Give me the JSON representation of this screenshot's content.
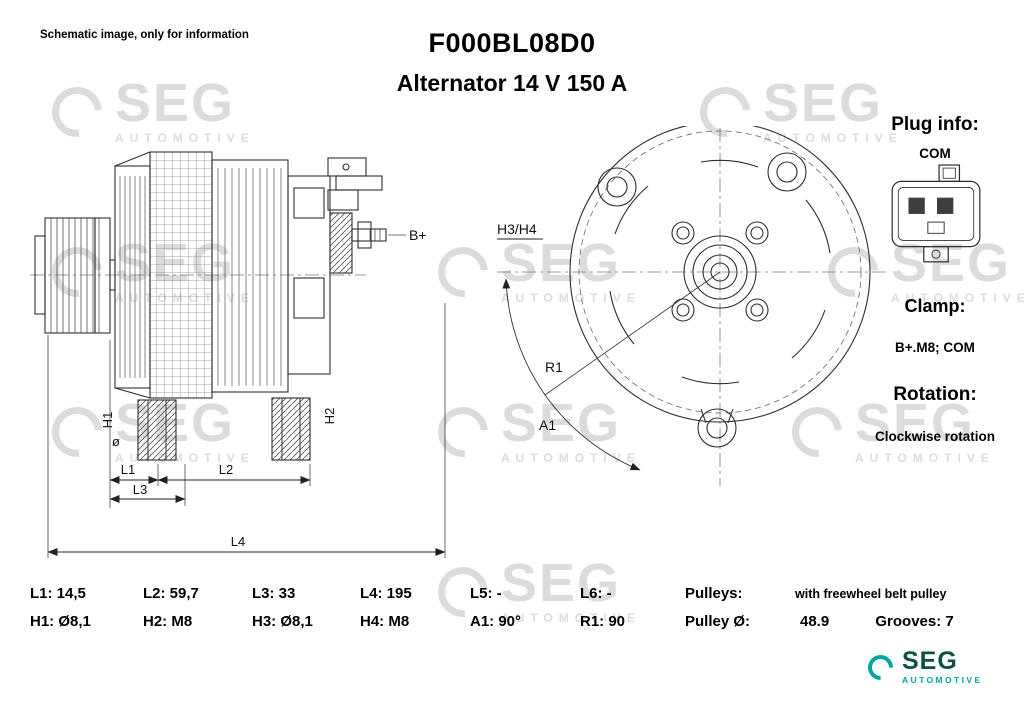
{
  "header": {
    "disclaimer": "Schematic image, only for information",
    "title": "F000BL08D0",
    "subtitle": "Alternator 14 V 150 A"
  },
  "watermark": {
    "brand": "SEG",
    "sub": "AUTOMOTIVE"
  },
  "side_view": {
    "label_b_plus": "B+",
    "label_h1": "H1",
    "label_h2": "H2",
    "label_diameter": "ø",
    "label_l1": "L1",
    "label_l2": "L2",
    "label_l3": "L3",
    "label_l4": "L4"
  },
  "front_view": {
    "label_h3_h4": "H3/H4",
    "label_r1": "R1",
    "label_a1": "A1"
  },
  "info_panel": {
    "plug_title": "Plug info:",
    "plug_value": "COM",
    "clamp_title": "Clamp:",
    "clamp_value": "B+.M8; COM",
    "rotation_title": "Rotation:",
    "rotation_value": "Clockwise rotation"
  },
  "specs": {
    "row1": [
      "L1: 14,5",
      "L2: 59,7",
      "L3: 33",
      "L4: 195",
      "L5: -",
      "L6: -",
      "Pulleys:",
      "with freewheel belt pulley"
    ],
    "row2": [
      "H1: Ø8,1",
      "H2: M8",
      "H3: Ø8,1",
      "H4: M8",
      "A1: 90°",
      "R1: 90",
      "Pulley Ø:",
      "48.9",
      "Grooves: 7"
    ]
  },
  "logo": {
    "brand": "SEG",
    "sub": "AUTOMOTIVE"
  }
}
